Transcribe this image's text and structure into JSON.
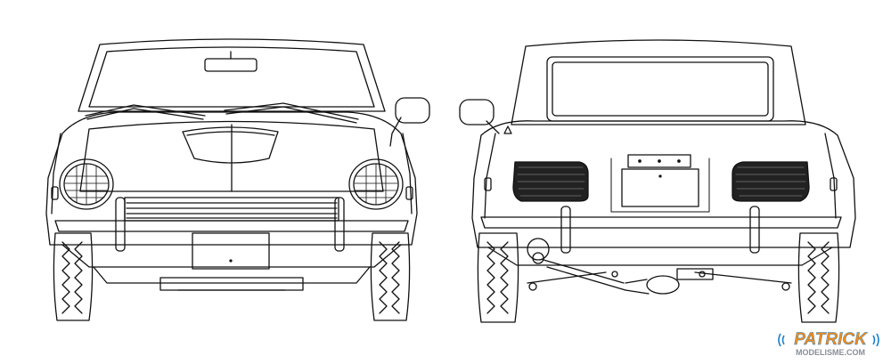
{
  "views": [
    {
      "id": "front",
      "label": ""
    },
    {
      "id": "rear",
      "label": ""
    }
  ],
  "watermark": {
    "line1": "PATRICK",
    "line2": "MODELISME.COM",
    "colors": {
      "orange": "#f28c1b",
      "blue": "#1d7fc4",
      "grey": "#8a8f96"
    }
  },
  "colors": {
    "line": "#111111",
    "background": "#ffffff",
    "dark_panel": "#222222"
  }
}
